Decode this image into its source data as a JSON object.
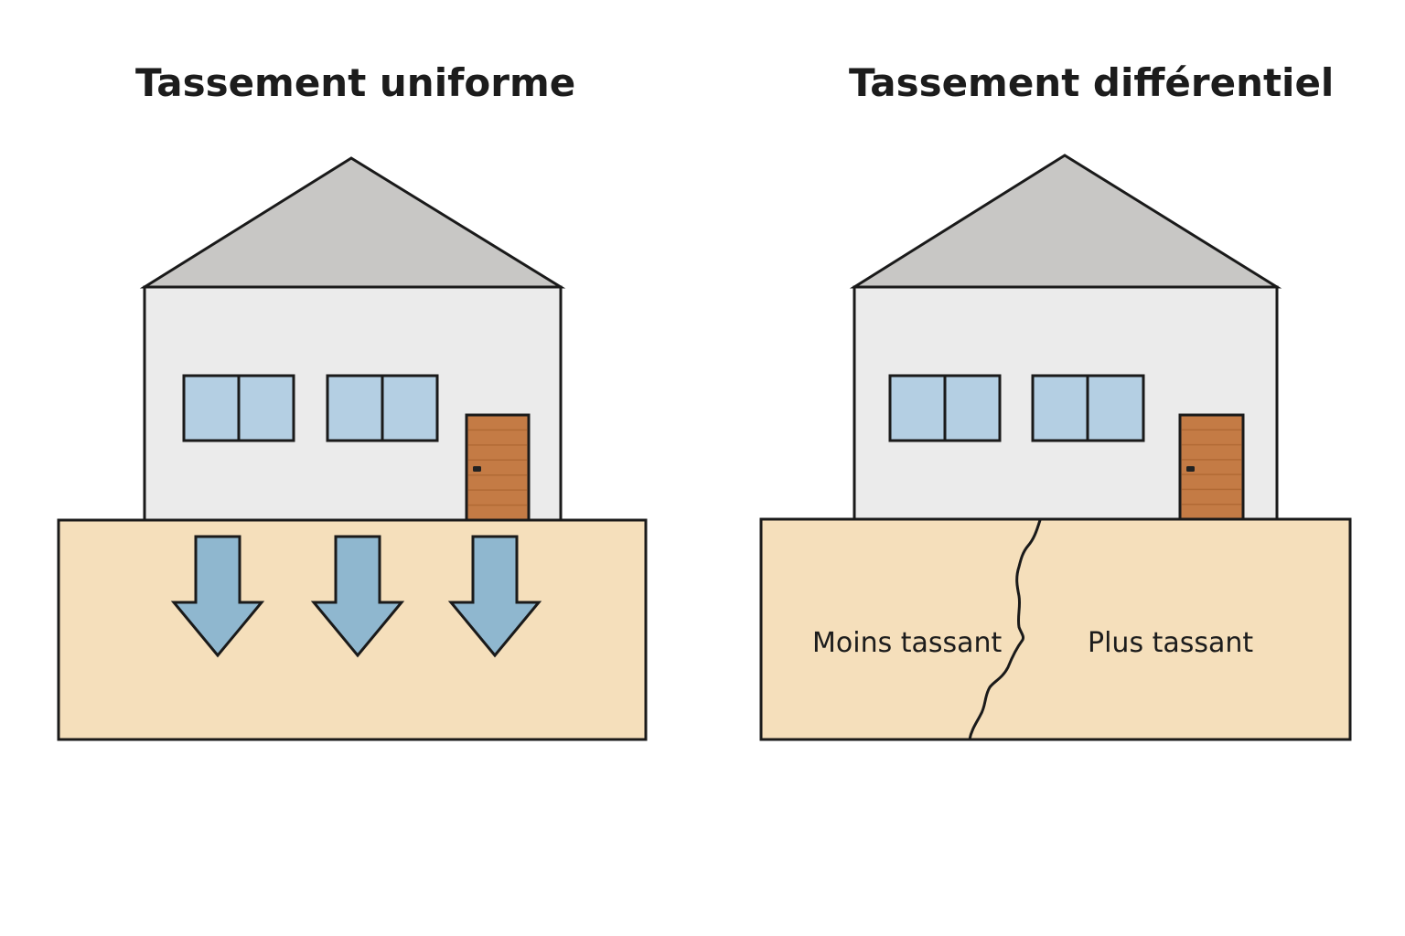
{
  "panels": [
    {
      "id": "uniform",
      "title": "Tassement uniforme",
      "soil_labels": [],
      "arrows": 3,
      "crack": false
    },
    {
      "id": "differential",
      "title": "Tassement différentiel",
      "soil_labels": [
        "Moins tassant",
        "Plus tassant"
      ],
      "arrows": 0,
      "crack": true
    }
  ],
  "colors": {
    "roof": "#c8c7c5",
    "wall": "#ebebeb",
    "window": "#b4cfe3",
    "door": "#c47b45",
    "door_line": "#a9642f",
    "soil": "#f5dfbb",
    "arrow": "#8fb7cf",
    "stroke": "#1a1a1a"
  }
}
